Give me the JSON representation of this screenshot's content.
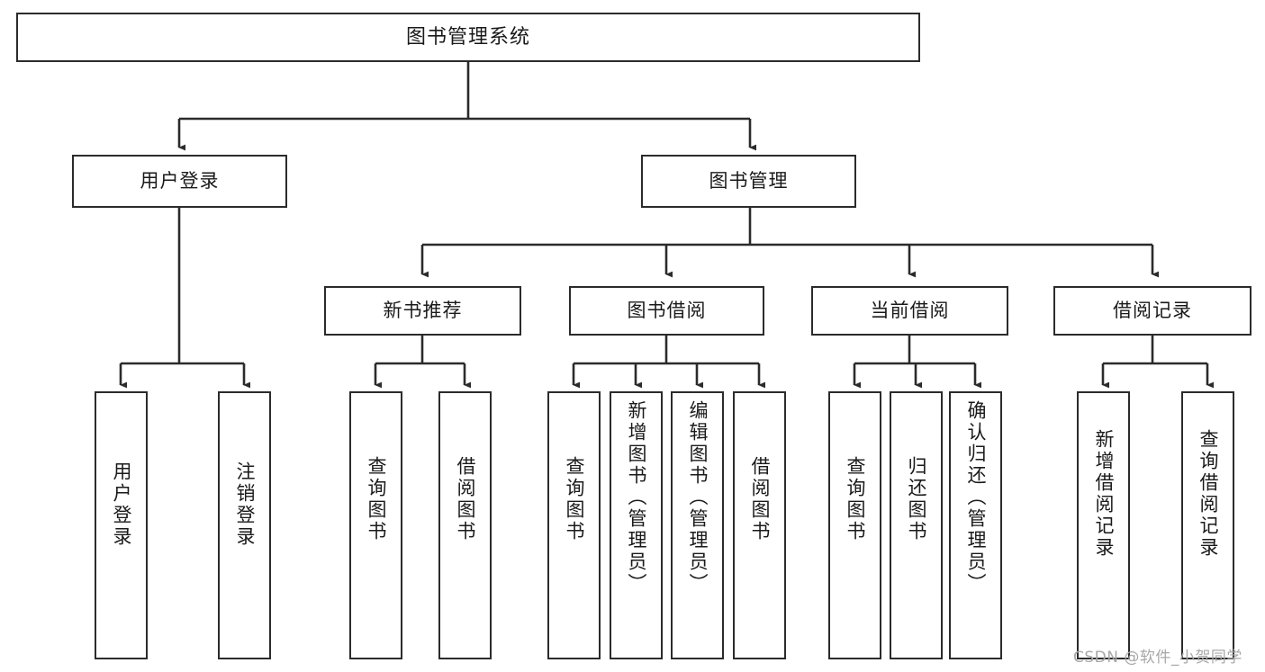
{
  "diagram": {
    "title": "图书管理系统",
    "type": "tree-hierarchy",
    "watermark": "CSDN @软件_小贺同学",
    "colors": {
      "stroke": "#2b2b2b",
      "fill": "#ffffff",
      "text": "#1a1a1a",
      "watermark": "#a8a8a8"
    },
    "levels": {
      "root": {
        "label": "图书管理系统"
      },
      "level2": [
        {
          "id": "user-login",
          "label": "用户登录"
        },
        {
          "id": "book-manage",
          "label": "图书管理"
        }
      ],
      "level3": [
        {
          "id": "new-book-rec",
          "label": "新书推荐"
        },
        {
          "id": "book-borrow",
          "label": "图书借阅"
        },
        {
          "id": "current-borrow",
          "label": "当前借阅"
        },
        {
          "id": "borrow-record",
          "label": "借阅记录"
        }
      ],
      "leaves": {
        "user_login": [
          {
            "id": "leaf-user-login",
            "label": "用户登录"
          },
          {
            "id": "leaf-logout",
            "label": "注销登录"
          }
        ],
        "new_book_rec": [
          {
            "id": "leaf-query-book-1",
            "label": "查询图书"
          },
          {
            "id": "leaf-borrow-book-1",
            "label": "借阅图书"
          }
        ],
        "book_borrow": [
          {
            "id": "leaf-query-book-2",
            "label": "查询图书"
          },
          {
            "id": "leaf-add-book",
            "label": "新增图书（管理员）"
          },
          {
            "id": "leaf-edit-book",
            "label": "编辑图书（管理员）"
          },
          {
            "id": "leaf-borrow-book-2",
            "label": "借阅图书"
          }
        ],
        "current_borrow": [
          {
            "id": "leaf-query-book-3",
            "label": "查询图书"
          },
          {
            "id": "leaf-return-book",
            "label": "归还图书"
          },
          {
            "id": "leaf-confirm-return",
            "label": "确认归还（管理员）"
          }
        ],
        "borrow_record": [
          {
            "id": "leaf-add-record",
            "label": "新增借阅记录"
          },
          {
            "id": "leaf-query-record",
            "label": "查询借阅记录"
          }
        ]
      }
    }
  }
}
